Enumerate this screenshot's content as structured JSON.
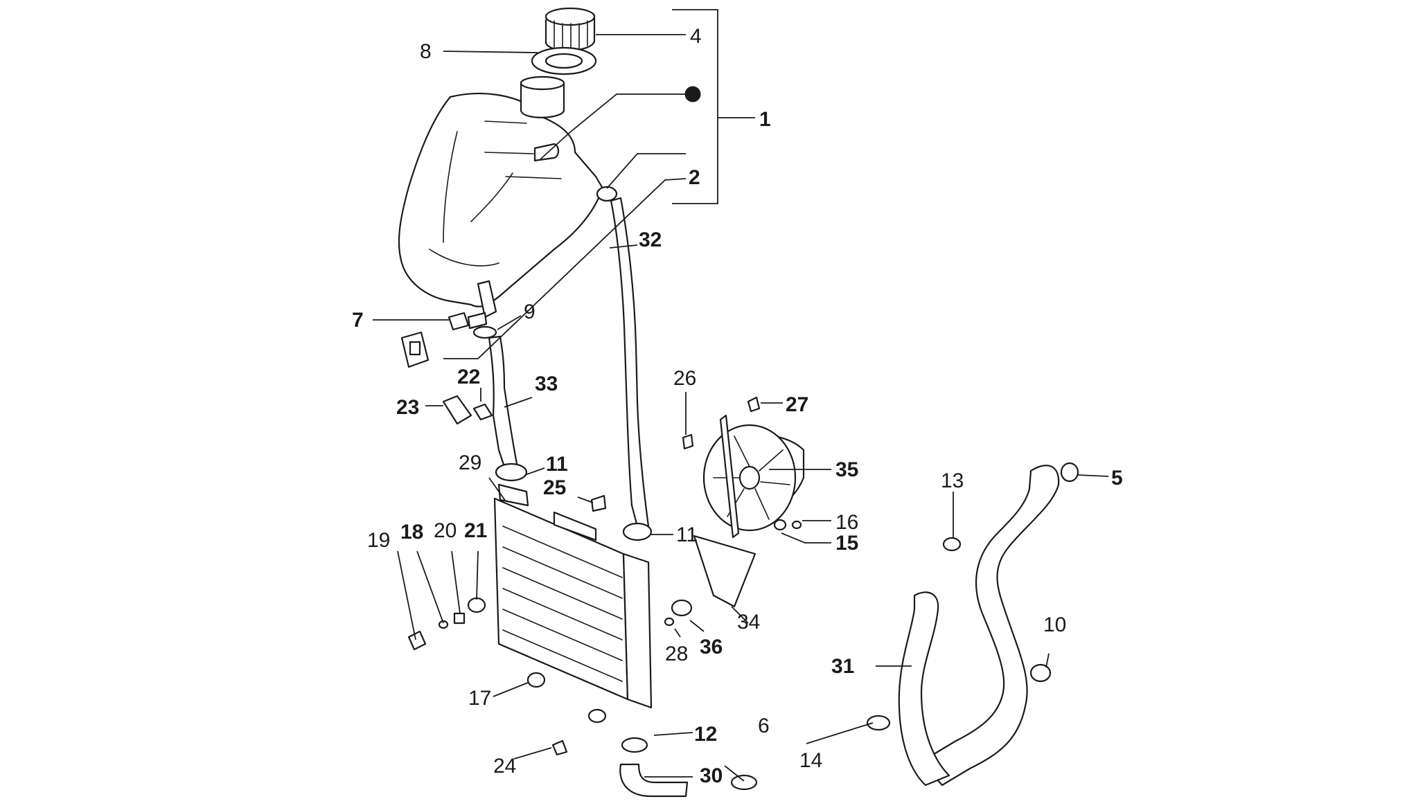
{
  "colors": {
    "line": "#1a1a1a",
    "background": "#ffffff"
  },
  "callouts": [
    {
      "id": "p1",
      "text": "1"
    },
    {
      "id": "p2",
      "text": "2"
    },
    {
      "id": "p4",
      "text": "4"
    },
    {
      "id": "p5",
      "text": "5"
    },
    {
      "id": "p6",
      "text": "6"
    },
    {
      "id": "p7",
      "text": "7"
    },
    {
      "id": "p8",
      "text": "8"
    },
    {
      "id": "p9",
      "text": "9"
    },
    {
      "id": "p10",
      "text": "10"
    },
    {
      "id": "p11a",
      "text": "11"
    },
    {
      "id": "p11b",
      "text": "11"
    },
    {
      "id": "p12",
      "text": "12"
    },
    {
      "id": "p13",
      "text": "13"
    },
    {
      "id": "p14",
      "text": "14"
    },
    {
      "id": "p15",
      "text": "15"
    },
    {
      "id": "p16",
      "text": "16"
    },
    {
      "id": "p17",
      "text": "17"
    },
    {
      "id": "p18",
      "text": "18"
    },
    {
      "id": "p19",
      "text": "19"
    },
    {
      "id": "p20",
      "text": "20"
    },
    {
      "id": "p21",
      "text": "21"
    },
    {
      "id": "p22",
      "text": "22"
    },
    {
      "id": "p23",
      "text": "23"
    },
    {
      "id": "p24",
      "text": "24"
    },
    {
      "id": "p25",
      "text": "25"
    },
    {
      "id": "p26",
      "text": "26"
    },
    {
      "id": "p27",
      "text": "27"
    },
    {
      "id": "p28",
      "text": "28"
    },
    {
      "id": "p29",
      "text": "29"
    },
    {
      "id": "p30",
      "text": "30"
    },
    {
      "id": "p31",
      "text": "31"
    },
    {
      "id": "p32",
      "text": "32"
    },
    {
      "id": "p33",
      "text": "33"
    },
    {
      "id": "p34",
      "text": "34"
    },
    {
      "id": "p35",
      "text": "35"
    },
    {
      "id": "p36",
      "text": "36"
    }
  ]
}
